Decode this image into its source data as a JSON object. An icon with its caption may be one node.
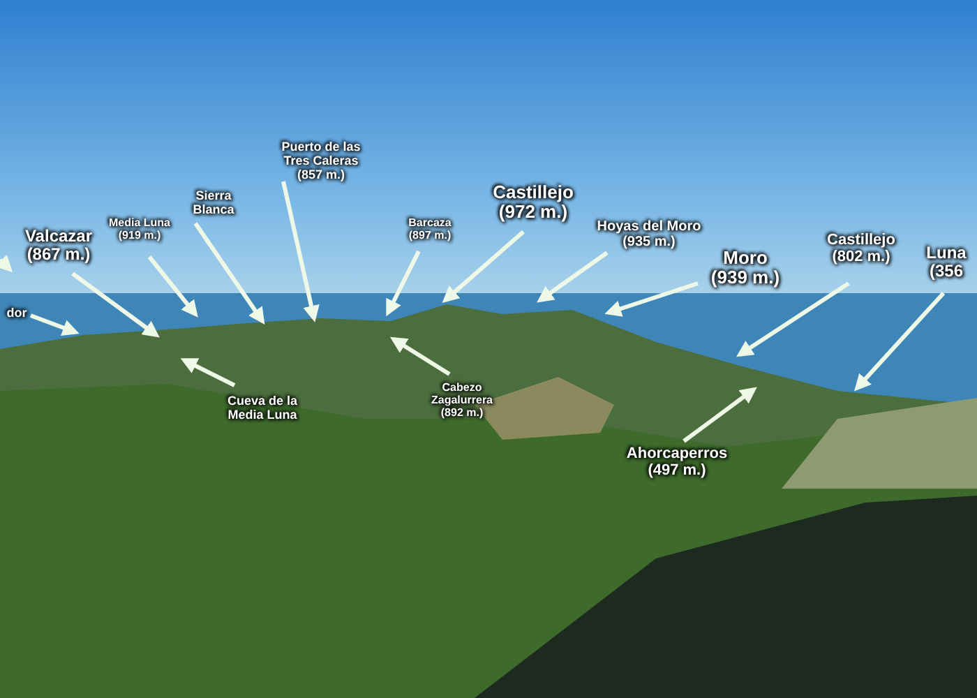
{
  "diagram": {
    "nodes": [
      {
        "text": [
          "Puerto de las Tres Caleras (857 m.)"
        ]
      },
      {
        "text": [
          "Castillejo (972 m.)"
        ]
      },
      {
        "text": [
          "Sierra Blanca"
        ]
      },
      {
        "text": [
          "Media Luna (919 m.)"
        ]
      },
      {
        "text": [
          "Barcaza (897 m.)"
        ]
      },
      {
        "text": [
          "Hoyas del Moro (935 m.)"
        ]
      },
      {
        "text": [
          "Valcazar (867 m.)"
        ]
      },
      {
        "text": [
          "Castillejo (802 m.)"
        ]
      },
      {
        "text": [
          "Luna (356"
        ]
      },
      {
        "text": [
          "Moro (939 m.)"
        ]
      },
      {
        "text": [
          "dor"
        ]
      },
      {
        "text": [
          "Cueva de la Media Luna"
        ]
      },
      {
        "text": [
          "Cabezo Zagalurrera (892 m.)"
        ]
      },
      {
        "text": [
          "Ahorcaperros (497 m.)"
        ]
      }
    ],
    "edges": [
      {
        "from": 0,
        "to": null,
        "arrow": "to"
      },
      {
        "from": 1,
        "to": null,
        "arrow": "to"
      },
      {
        "from": 2,
        "to": null,
        "arrow": "to"
      },
      {
        "from": 3,
        "to": null,
        "arrow": "to"
      },
      {
        "from": 4,
        "to": null,
        "arrow": "to"
      },
      {
        "from": 5,
        "to": null,
        "arrow": "to"
      },
      {
        "from": 6,
        "to": null,
        "arrow": "to"
      },
      {
        "from": 7,
        "to": null,
        "arrow": "to"
      },
      {
        "from": 8,
        "to": null,
        "arrow": "to"
      },
      {
        "from": 9,
        "to": null,
        "arrow": "to"
      },
      {
        "from": 10,
        "to": null,
        "arrow": "to"
      },
      {
        "from": 11,
        "to": null,
        "arrow": "to"
      },
      {
        "from": 12,
        "to": null,
        "arrow": "to"
      },
      {
        "from": 13,
        "to": null,
        "arrow": "to"
      }
    ]
  }
}
